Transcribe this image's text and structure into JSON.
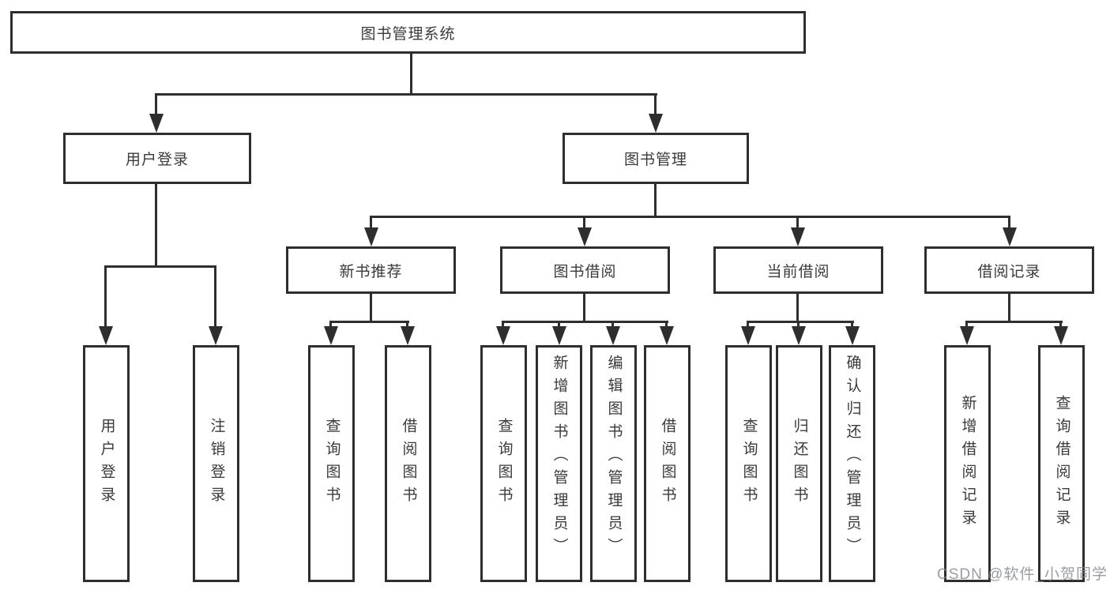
{
  "title": {
    "label": "图书管理系统"
  },
  "level1": {
    "user_login": {
      "label": "用户登录"
    },
    "book_management": {
      "label": "图书管理"
    }
  },
  "level2": {
    "new_book_recommend": {
      "label": "新书推荐"
    },
    "book_borrowing": {
      "label": "图书借阅"
    },
    "current_borrowing": {
      "label": "当前借阅"
    },
    "borrowing_records": {
      "label": "借阅记录"
    }
  },
  "level3": {
    "user_login": {
      "label": "用户登录"
    },
    "logout": {
      "label": "注销登录"
    },
    "recommend_query_book": {
      "label": "查询图书"
    },
    "recommend_borrow_book": {
      "label": "借阅图书"
    },
    "borrowing_query_book": {
      "label": "查询图书"
    },
    "borrowing_add_book": {
      "label": "新增图书（管理员）"
    },
    "borrowing_edit_book": {
      "label": "编辑图书（管理员）"
    },
    "borrowing_borrow_book": {
      "label": "借阅图书"
    },
    "current_query_book": {
      "label": "查询图书"
    },
    "current_return_book": {
      "label": "归还图书"
    },
    "current_confirm_return": {
      "label": "确认归还（管理员）"
    },
    "records_add_record": {
      "label": "新增借阅记录"
    },
    "records_query_record": {
      "label": "查询借阅记录"
    }
  },
  "watermark": {
    "text": "CSDN @软件_小贺同学"
  },
  "colors": {
    "line": "#2e2e2e",
    "text": "#3a3a3a",
    "watermark": "#878c91",
    "background": "#ffffff"
  }
}
